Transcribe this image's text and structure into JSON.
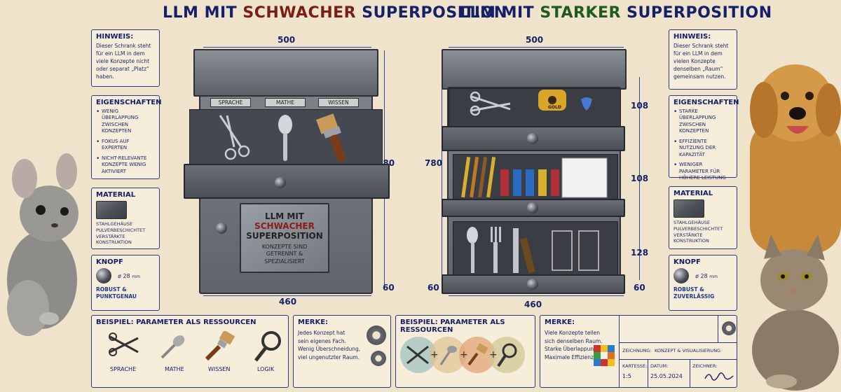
{
  "titles": {
    "left_prefix": "LLM MIT ",
    "left_accent": "SCHWACHER",
    "left_suffix": " SUPERPOSITION",
    "right_prefix": "LLM MIT ",
    "right_accent": "STARKER",
    "right_suffix": " SUPERPOSITION"
  },
  "colors": {
    "weak_accent": "#7a1e18",
    "strong_accent": "#1f5a1f",
    "ink": "#16206a",
    "paper": "#efe4cb"
  },
  "left": {
    "hinweis": {
      "heading": "HINWEIS:",
      "text": "Dieser Schrank steht für ein LLM in dem viele Konzepte nicht oder separat „Platz“ haben."
    },
    "eigenschaften": {
      "heading": "EIGENSCHAFTEN",
      "items": [
        "Wenig Überlappung zwischen Konzepten",
        "Fokus auf Experten",
        "Nicht-relevante Konzepte wenig aktiviert"
      ]
    },
    "material": {
      "heading": "MATERIAL",
      "lines": [
        "Stahlgehäuse",
        "pulverbeschichtet",
        "verstärkte Konstruktion"
      ]
    },
    "knopf": {
      "heading": "KNOPF",
      "diameter": "ø 28",
      "unit": "mm",
      "lines": [
        "Robust &",
        "Punktgenau"
      ]
    },
    "dims": {
      "width_top": "500",
      "height": "780",
      "width_bottom": "460",
      "base": "60"
    },
    "drawer_labels": [
      "SPRACHE",
      "MATHE",
      "WISSEN"
    ],
    "frontplate": {
      "line1": "LLM MIT",
      "line2": "SCHWACHER",
      "line3": "SUPERPOSITION",
      "line4": "KONZEPTE SIND",
      "line5": "GETRENNT &",
      "line6": "SPEZIALISIERT"
    },
    "beispiel": {
      "heading": "BEISPIEL: PARAMETER ALS RESSOURCEN",
      "tools": [
        "SPRACHE",
        "MATHE",
        "WISSEN",
        "LOGIK"
      ]
    },
    "merke": {
      "heading": "MERKE:",
      "lines": [
        "Jedes Konzept hat",
        "sein eigenes Fach.",
        "Wenig Überschneidung,",
        "viel ungenutzter Raum."
      ]
    }
  },
  "right": {
    "hinweis": {
      "heading": "HINWEIS:",
      "text": "Dieser Schrank steht für ein LLM in dem vielen Konzepte denselben „Raum“ gemeinsam nutzen."
    },
    "eigenschaften": {
      "heading": "EIGENSCHAFTEN",
      "items": [
        "Starke Überlappung zwischen Konzepten",
        "Effiziente Nutzung der Kapazität",
        "Weniger Parameter für höhere Leistung"
      ]
    },
    "material": {
      "heading": "MATERIAL",
      "lines": [
        "Stahlgehäuse",
        "pulverbeschichtet",
        "verstärkte Konstruktion"
      ]
    },
    "knopf": {
      "heading": "KNOPF",
      "diameter": "ø 28",
      "unit": "mm",
      "lines": [
        "Robust &",
        "Zuverlässig"
      ]
    },
    "dims": {
      "width_top": "500",
      "height": "780",
      "width_bottom": "460",
      "base": "60",
      "d1": "108",
      "d2": "108",
      "d3": "128"
    },
    "tape_text": "GOLD",
    "beispiel": {
      "heading": "BEISPIEL: PARAMETER ALS RESSOURCEN"
    },
    "merke": {
      "heading": "MERKE:",
      "lines": [
        "Viele Konzepte teilen",
        "sich denselben Raum.",
        "Starke Überlappung.",
        "Maximale Effizienz."
      ]
    },
    "titleblock": {
      "zeichnung_label": "ZEICHNUNG:",
      "zeichnung_value": "KONZEPT & VISUALISIERUNG",
      "kartesse_label": "KARTESSE:",
      "kartesse_value": "1:5",
      "datum_label": "DATUM:",
      "datum_value": "25.05.2024",
      "zeichner_label": "ZEICHNER:"
    }
  },
  "icons": [
    "gear-icon",
    "scissors-icon",
    "spoon-icon",
    "brush-icon",
    "magnifier-icon",
    "rubiks-cube-icon",
    "chinchilla",
    "dog",
    "cat"
  ]
}
